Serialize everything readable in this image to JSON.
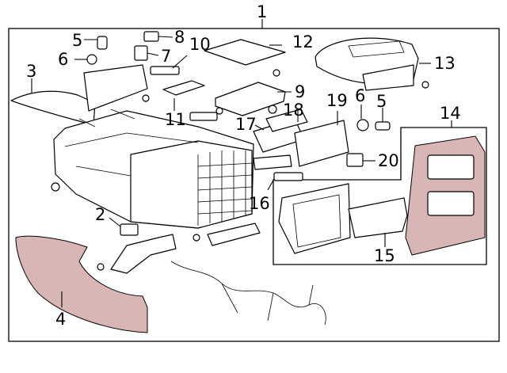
{
  "diagram": {
    "colors": {
      "line": "#000000",
      "shade": "#d9b6b6",
      "background": "#ffffff"
    },
    "callouts": [
      {
        "id": "c1",
        "label": "1"
      },
      {
        "id": "c2",
        "label": "2"
      },
      {
        "id": "c3",
        "label": "3"
      },
      {
        "id": "c4",
        "label": "4"
      },
      {
        "id": "c5a",
        "label": "5"
      },
      {
        "id": "c5b",
        "label": "5"
      },
      {
        "id": "c6a",
        "label": "6"
      },
      {
        "id": "c6b",
        "label": "6"
      },
      {
        "id": "c7",
        "label": "7"
      },
      {
        "id": "c8",
        "label": "8"
      },
      {
        "id": "c9",
        "label": "9"
      },
      {
        "id": "c10",
        "label": "10"
      },
      {
        "id": "c11",
        "label": "11"
      },
      {
        "id": "c12",
        "label": "12"
      },
      {
        "id": "c13",
        "label": "13"
      },
      {
        "id": "c14",
        "label": "14"
      },
      {
        "id": "c15",
        "label": "15"
      },
      {
        "id": "c16",
        "label": "16"
      },
      {
        "id": "c17",
        "label": "17"
      },
      {
        "id": "c18",
        "label": "18"
      },
      {
        "id": "c19",
        "label": "19"
      },
      {
        "id": "c20",
        "label": "20"
      }
    ]
  }
}
